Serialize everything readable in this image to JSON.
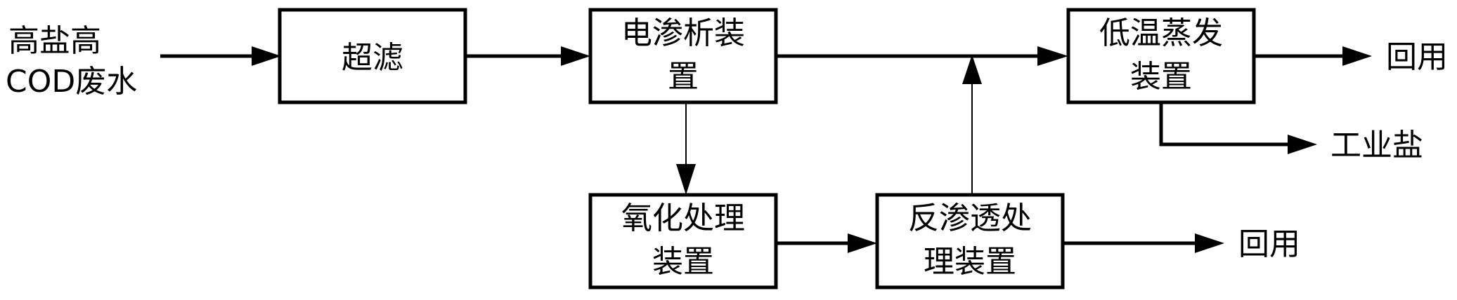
{
  "input": {
    "line1": "高盐高",
    "line2": "COD废水"
  },
  "boxes": {
    "ultrafiltration": {
      "label": "超滤"
    },
    "electrodialysis": {
      "line1": "电渗析装",
      "line2": "置"
    },
    "evaporation": {
      "line1": "低温蒸发",
      "line2": "装置"
    },
    "oxidation": {
      "line1": "氧化处理",
      "line2": "装置"
    },
    "reverse_osmosis": {
      "line1": "反渗透处",
      "line2": "理装置"
    }
  },
  "outputs": {
    "evap_reuse": "回用",
    "industrial_salt": "工业盐",
    "ro_reuse": "回用"
  }
}
